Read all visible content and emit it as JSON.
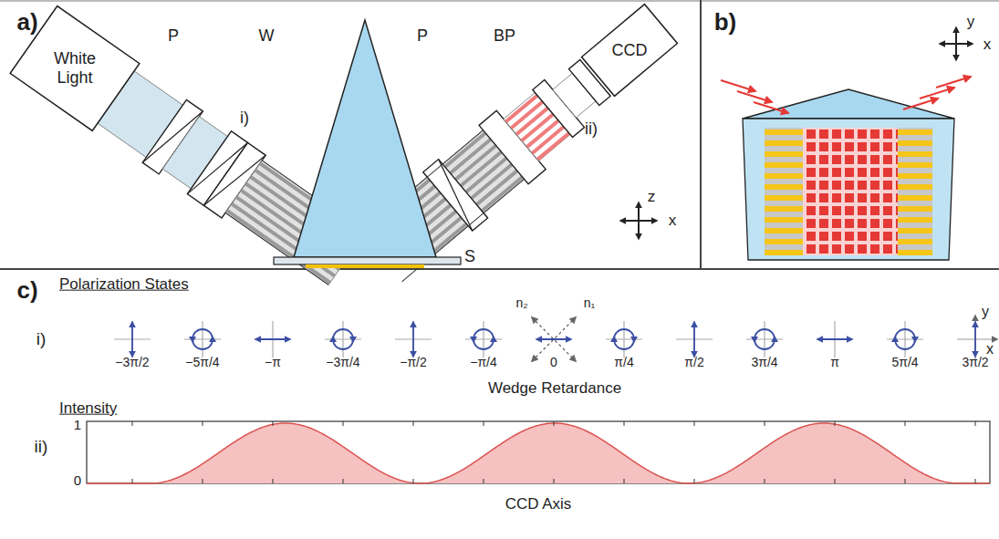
{
  "diagram": {
    "nodes": [
      {
        "text": [
          "White Light"
        ]
      },
      {
        "text": [
          "CCD"
        ]
      }
    ],
    "labels": [
      "a)",
      "P",
      "W",
      "P",
      "BP",
      "i)",
      "ii)",
      "S",
      "z",
      "x",
      "b)",
      "y",
      "x",
      "c)",
      "Polarization States",
      "i)",
      "n₂",
      "n₁",
      "y",
      "x",
      "−3π/2",
      "−5π/4",
      "−π",
      "−3π/4",
      "−π/2",
      "−π/4",
      "0",
      "π/4",
      "π/2",
      "3π/4",
      "π",
      "5π/4",
      "3π/2",
      "Wedge Retardance",
      "Intensity",
      "ii)",
      "1",
      "0",
      "CCD Axis"
    ]
  }
}
